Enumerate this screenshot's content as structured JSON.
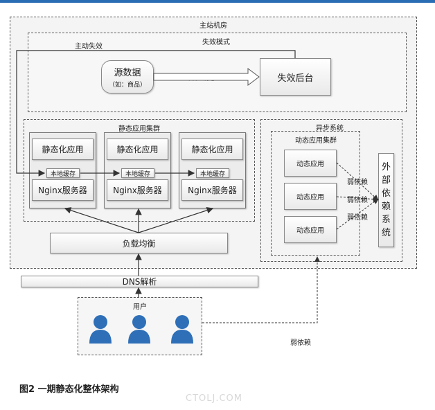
{
  "diagram": {
    "main_room": "主站机房",
    "invalidation_mode": "失效模式",
    "active_invalidation": "主动失效",
    "source_data": "源数据",
    "source_data_note": "（如：商品）",
    "async_message": "异步消息",
    "invalidation_backend": "失效后台",
    "static_cluster": "静态应用集群",
    "static_app": "静态化应用",
    "local_cache": "本地缓存",
    "nginx_server": "Nginx服务器",
    "load_balancer": "负载均衡",
    "async_system": "异步系统",
    "dynamic_cluster": "动态应用集群",
    "dynamic_app": "动态应用",
    "weak_dependency": "弱依赖",
    "external_system": "外部依赖系统",
    "dns": "DNS解析",
    "users": "用户"
  },
  "caption": "图2 一期静态化整体架构",
  "watermark": "CTOLJ.COM",
  "colors": {
    "user_icon": "#2e6fb8",
    "top_bar": "#2a6db5"
  }
}
